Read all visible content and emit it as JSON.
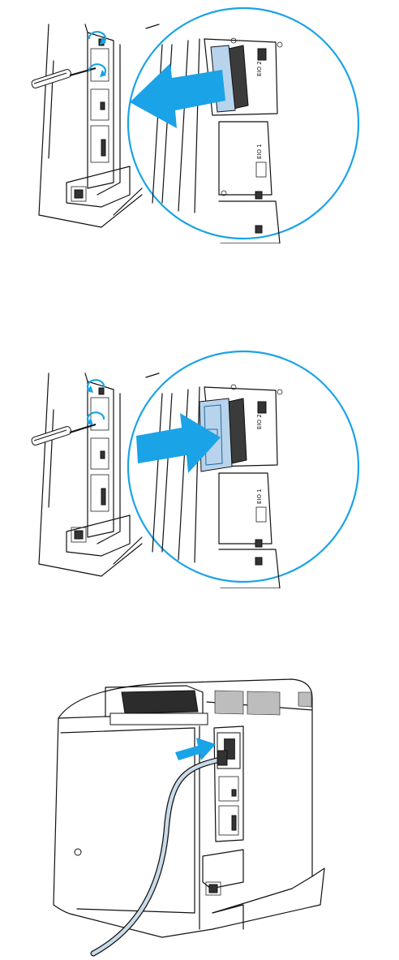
{
  "colors": {
    "accent_blue": "#1aa3e6",
    "card_light": "#b8d3ec",
    "card_dark": "#3b3b3b",
    "cable": "#c9dbe9",
    "line": "#111111"
  },
  "steps": [
    {
      "action": "remove-card",
      "arrow_direction": "left",
      "magnifier": true
    },
    {
      "action": "insert-card",
      "arrow_direction": "right",
      "magnifier": true
    },
    {
      "action": "connect-network-cable",
      "arrow_direction": "right",
      "magnifier": false
    }
  ],
  "labels": {
    "eio_slot_top": "EIO 2",
    "eio_slot_mid": "EIO 1"
  }
}
